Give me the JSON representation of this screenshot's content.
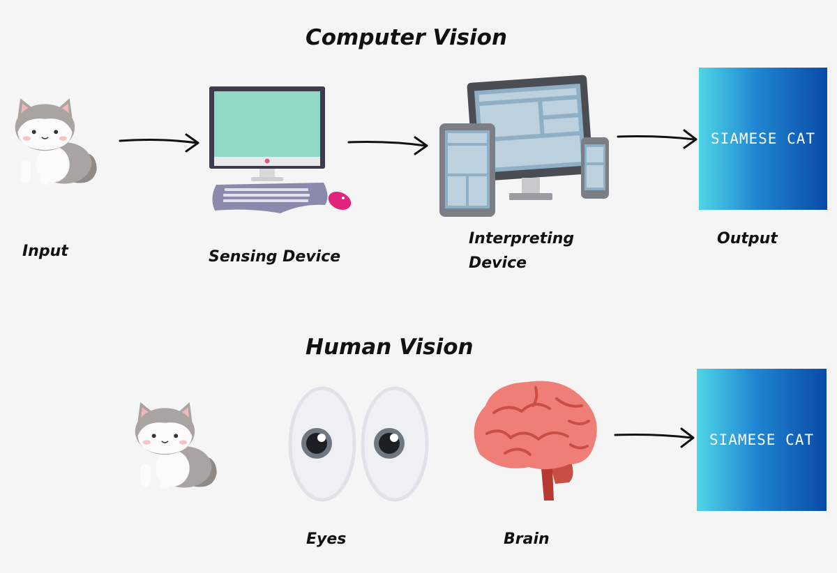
{
  "computer_vision": {
    "title": "Computer Vision",
    "labels": {
      "input": "Input",
      "sensing_device": "Sensing Device",
      "interpreting_device": "Interpreting\nDevice",
      "output": "Output"
    },
    "output_text": "SIAMESE CAT"
  },
  "human_vision": {
    "title": "Human Vision",
    "labels": {
      "eyes": "Eyes",
      "brain": "Brain"
    },
    "output_text": "SIAMESE CAT"
  },
  "colors": {
    "output_gradient": [
      "#4fd5e6",
      "#1f86d2",
      "#0a4aa8"
    ],
    "brain": "#ef7f76",
    "screen": "#8fd9c6"
  }
}
